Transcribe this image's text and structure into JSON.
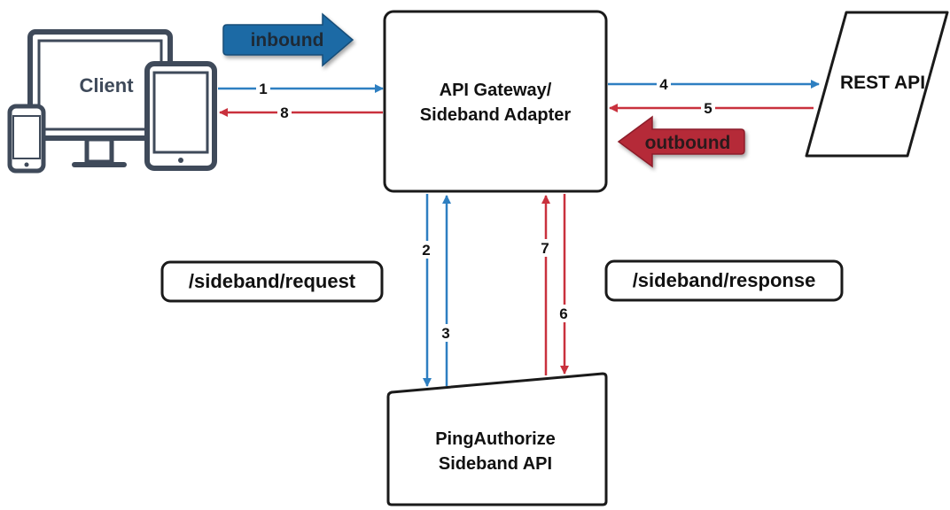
{
  "client": {
    "label": "Client"
  },
  "gateway": {
    "line1": "API Gateway/",
    "line2": "Sideband Adapter"
  },
  "rest_api": {
    "label": "REST API"
  },
  "sideband_api": {
    "line1": "PingAuthorize",
    "line2": "Sideband API"
  },
  "badges": {
    "inbound": "inbound",
    "outbound": "outbound"
  },
  "endpoints": {
    "request": "/sideband/request",
    "response": "/sideband/response"
  },
  "steps": {
    "s1": "1",
    "s2": "2",
    "s3": "3",
    "s4": "4",
    "s5": "5",
    "s6": "6",
    "s7": "7",
    "s8": "8"
  },
  "colors": {
    "blue": "#2e7fc1",
    "red": "#c9313d",
    "inbound_fill": "#1f6aa5",
    "outbound_fill": "#b52a37",
    "stroke": "#1a1a1a",
    "device_stroke": "#3f4a5a"
  }
}
